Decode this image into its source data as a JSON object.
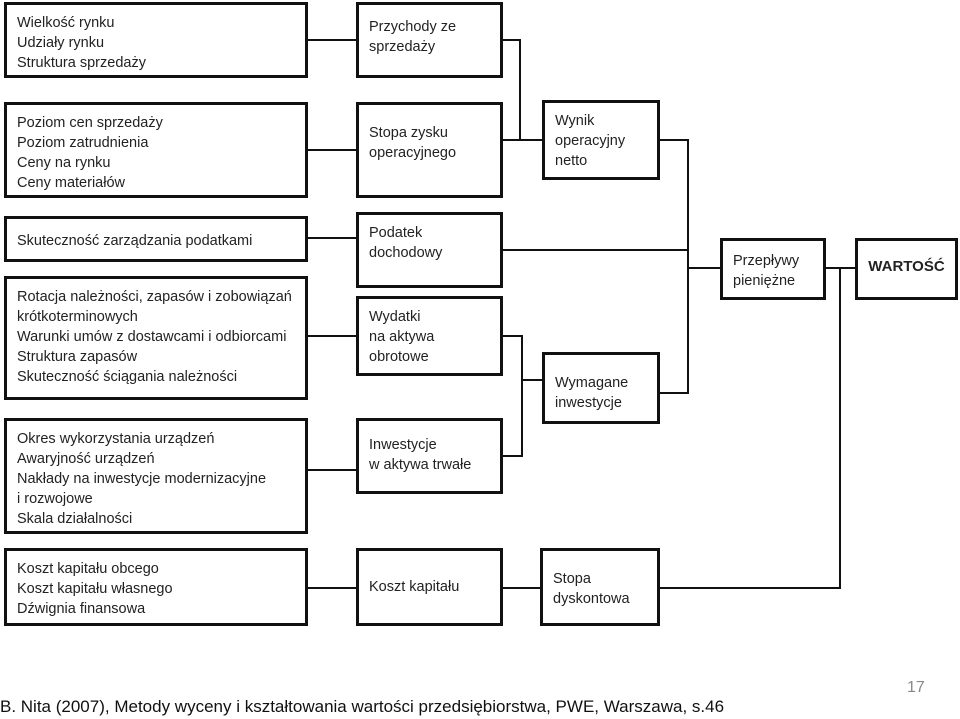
{
  "boxes": {
    "market": [
      "Wielkość rynku",
      "Udziały rynku",
      "Struktura sprzedaży"
    ],
    "revenue": [
      "Przychody ze",
      "sprzedaży"
    ],
    "prices": [
      "Poziom cen sprzedaży",
      "Poziom zatrudnienia",
      "Ceny na rynku",
      "Ceny materiałów"
    ],
    "margin": [
      "Stopa zysku",
      "operacyjnego"
    ],
    "operating_result": [
      "Wynik",
      "operacyjny",
      "netto"
    ],
    "tax_mgmt": [
      "Skuteczność zarządzania podatkami"
    ],
    "tax": [
      "Podatek",
      "dochodowy"
    ],
    "cash_flows": [
      "Przepływy",
      "pieniężne"
    ],
    "value": [
      "WARTOŚĆ"
    ],
    "working_capital": [
      "Rotacja należności, zapasów i zobowiązań",
      "krótkoterminowych",
      "Warunki umów z dostawcami i odbiorcami",
      "Struktura zapasów",
      "Skuteczność ściągania należności"
    ],
    "working_capital_exp": [
      "Wydatki",
      "na aktywa",
      "obrotowe"
    ],
    "required_investment": [
      "Wymagane",
      "inwestycje"
    ],
    "fixed_assets": [
      "Okres wykorzystania urządzeń",
      "Awaryjność urządzeń",
      "Nakłady na inwestycje modernizacyjne",
      "i rozwojowe",
      "Skala działalności"
    ],
    "fixed_investment": [
      "Inwestycje",
      "w aktywa trwałe"
    ],
    "capital_factors": [
      "Koszt kapitału obcego",
      "Koszt kapitału własnego",
      "Dźwignia finansowa"
    ],
    "capital_cost": [
      "Koszt kapitału"
    ],
    "discount_rate": [
      "Stopa",
      "dyskontowa"
    ]
  },
  "source": "B. Nita (2007), Metody wyceny i kształtowania wartości przedsiębiorstwa, PWE, Warszawa, s.46",
  "page_number": "17"
}
